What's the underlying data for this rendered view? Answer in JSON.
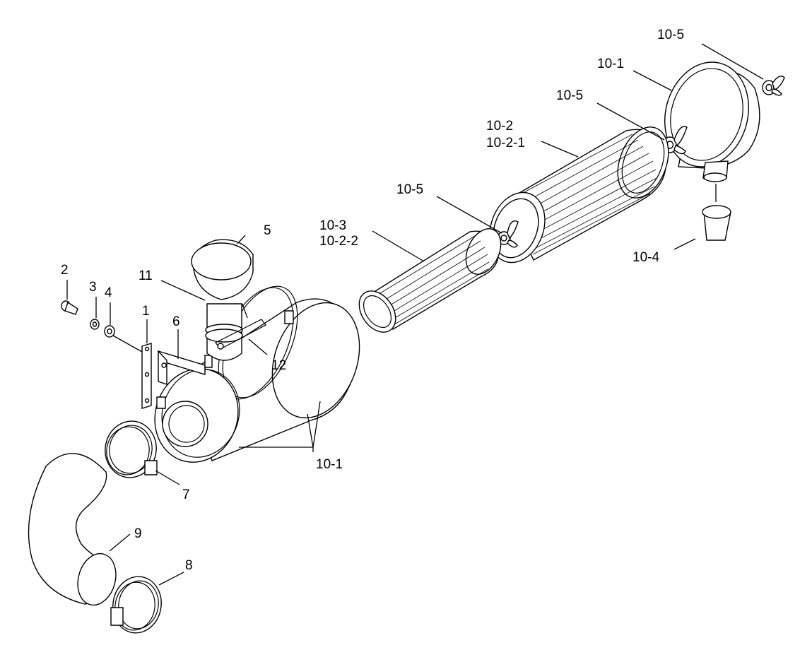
{
  "labels": {
    "l_10_5_top": "10-5",
    "l_10_1_top": "10-1",
    "l_10_5_b": "10-5",
    "l_10_2": "10-2",
    "l_10_2_1": "10-2-1",
    "l_10_5_c": "10-5",
    "l_10_4": "10-4",
    "l_10_3": "10-3",
    "l_10_2_2": "10-2-2",
    "l_5": "5",
    "l_11": "11",
    "l_2": "2",
    "l_3": "3",
    "l_4": "4",
    "l_1": "1",
    "l_6": "6",
    "l_12": "12",
    "l_10_1_bottom": "10-1",
    "l_7": "7",
    "l_9": "9",
    "l_8": "8"
  }
}
